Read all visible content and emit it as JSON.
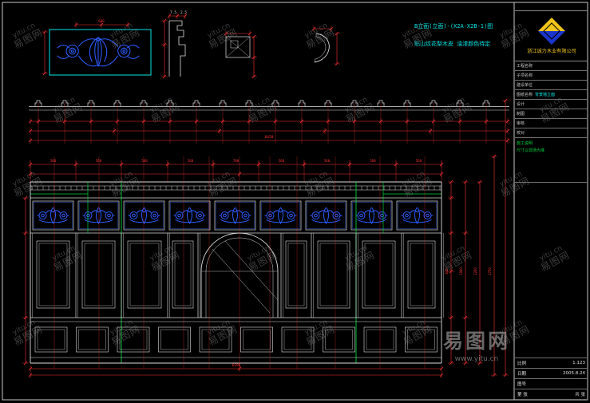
{
  "watermark": {
    "en": "yitu.cn",
    "cn": "易图网",
    "big": "易图网",
    "site": "www.yitu.cn"
  },
  "annotations": {
    "line1": "B立面(立面)-(X2A-X2B-1)图",
    "line2": "贴山纹花梨木皮 油漆颜色待定"
  },
  "dims": {
    "profile_top": [
      "7.5",
      "2.5"
    ],
    "detail_width": "600",
    "top_chain": [
      "560",
      "560",
      "560",
      "560",
      "700",
      "560",
      "560",
      "560",
      "560"
    ],
    "right_chain": [
      "440",
      "1060",
      "2260",
      "2750"
    ],
    "crown_total": "6450",
    "overall_width": "6296"
  },
  "title_block": {
    "company": "浙江诚力木业有限公司",
    "fields": [
      {
        "label": "工程名称",
        "value": ""
      },
      {
        "label": "子项名称",
        "value": ""
      },
      {
        "label": "建设单位",
        "value": ""
      },
      {
        "label": "图纸名称",
        "value": "背景墙立面"
      },
      {
        "label": "设计",
        "value": ""
      },
      {
        "label": "制图",
        "value": ""
      },
      {
        "label": "审核",
        "value": ""
      },
      {
        "label": "校对",
        "value": ""
      }
    ],
    "notes": [
      "施工说明",
      "尺寸以现场为准"
    ],
    "scale_label": "比例",
    "scale": "1:123",
    "date_label": "日期",
    "date": "2005.8.24",
    "no_label": "图号",
    "no": "",
    "sheet_label": "第 张",
    "sheet_total": "共 张"
  }
}
